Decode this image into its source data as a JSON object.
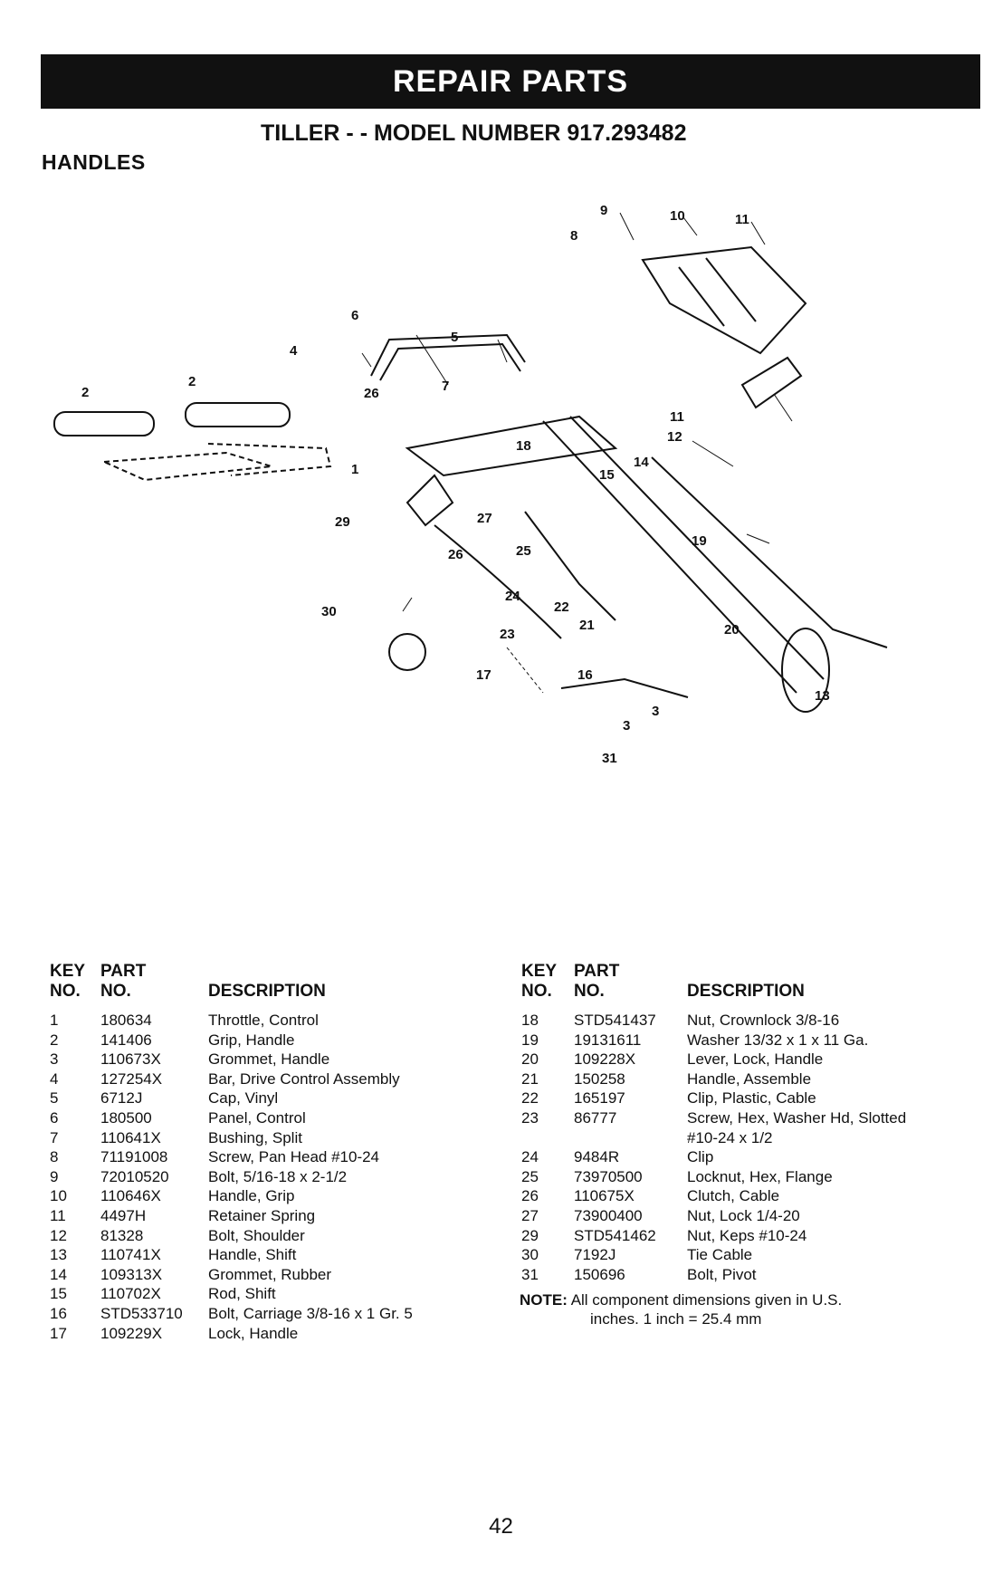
{
  "banner": "REPAIR PARTS",
  "model_title": "TILLER - - MODEL NUMBER 917.293482",
  "section_title": "HANDLES",
  "headers": {
    "key": "KEY",
    "no": "NO.",
    "part": "PART",
    "part_no": "NO.",
    "description": "DESCRIPTION"
  },
  "parts_left": [
    {
      "key": "1",
      "part": "180634",
      "desc": "Throttle, Control"
    },
    {
      "key": "2",
      "part": "141406",
      "desc": "Grip, Handle"
    },
    {
      "key": "3",
      "part": "110673X",
      "desc": "Grommet, Handle"
    },
    {
      "key": "4",
      "part": "127254X",
      "desc": "Bar, Drive Control Assembly"
    },
    {
      "key": "5",
      "part": "6712J",
      "desc": "Cap, Vinyl"
    },
    {
      "key": "6",
      "part": "180500",
      "desc": "Panel, Control"
    },
    {
      "key": "7",
      "part": "110641X",
      "desc": "Bushing, Split"
    },
    {
      "key": "8",
      "part": "71191008",
      "desc": "Screw, Pan Head #10-24"
    },
    {
      "key": "9",
      "part": "72010520",
      "desc": "Bolt, 5/16-18  x 2-1/2"
    },
    {
      "key": "10",
      "part": "110646X",
      "desc": "Handle, Grip"
    },
    {
      "key": "11",
      "part": "4497H",
      "desc": "Retainer Spring"
    },
    {
      "key": "12",
      "part": "81328",
      "desc": "Bolt, Shoulder"
    },
    {
      "key": "13",
      "part": "110741X",
      "desc": "Handle, Shift"
    },
    {
      "key": "14",
      "part": "109313X",
      "desc": "Grommet, Rubber"
    },
    {
      "key": "15",
      "part": "110702X",
      "desc": "Rod, Shift"
    },
    {
      "key": "16",
      "part": "STD533710",
      "desc": "Bolt, Carriage  3/8-16 x 1 Gr. 5"
    },
    {
      "key": "17",
      "part": "109229X",
      "desc": "Lock, Handle"
    }
  ],
  "parts_right": [
    {
      "key": "18",
      "part": "STD541437",
      "desc": "Nut, Crownlock 3/8-16"
    },
    {
      "key": "19",
      "part": "19131611",
      "desc": "Washer  13/32 x 1 x 11 Ga."
    },
    {
      "key": "20",
      "part": "109228X",
      "desc": "Lever, Lock, Handle"
    },
    {
      "key": "21",
      "part": "150258",
      "desc": "Handle, Assemble"
    },
    {
      "key": "22",
      "part": "165197",
      "desc": "Clip, Plastic, Cable"
    },
    {
      "key": "23",
      "part": "86777",
      "desc": "Screw, Hex, Washer Hd, Slotted"
    },
    {
      "key": "",
      "part": "",
      "desc": "#10-24 x 1/2"
    },
    {
      "key": "24",
      "part": "9484R",
      "desc": "Clip"
    },
    {
      "key": "25",
      "part": "73970500",
      "desc": "Locknut, Hex, Flange"
    },
    {
      "key": "26",
      "part": "110675X",
      "desc": "Clutch, Cable"
    },
    {
      "key": "27",
      "part": "73900400",
      "desc": "Nut, Lock 1/4-20"
    },
    {
      "key": "29",
      "part": "STD541462",
      "desc": "Nut, Keps  #10-24"
    },
    {
      "key": "30",
      "part": "7192J",
      "desc": "Tie Cable"
    },
    {
      "key": "31",
      "part": "150696",
      "desc": "Bolt, Pivot"
    }
  ],
  "note": {
    "label": "NOTE:",
    "line1": "All component dimensions given in U.S.",
    "line2": "inches. 1 inch = 25.4 mm"
  },
  "page_number": "42",
  "callouts": [
    "1",
    "2",
    "2",
    "3",
    "3",
    "4",
    "5",
    "6",
    "7",
    "8",
    "9",
    "10",
    "11",
    "11",
    "12",
    "13",
    "14",
    "15",
    "16",
    "17",
    "18",
    "19",
    "20",
    "21",
    "22",
    "23",
    "24",
    "25",
    "26",
    "26",
    "27",
    "29",
    "30",
    "31"
  ]
}
